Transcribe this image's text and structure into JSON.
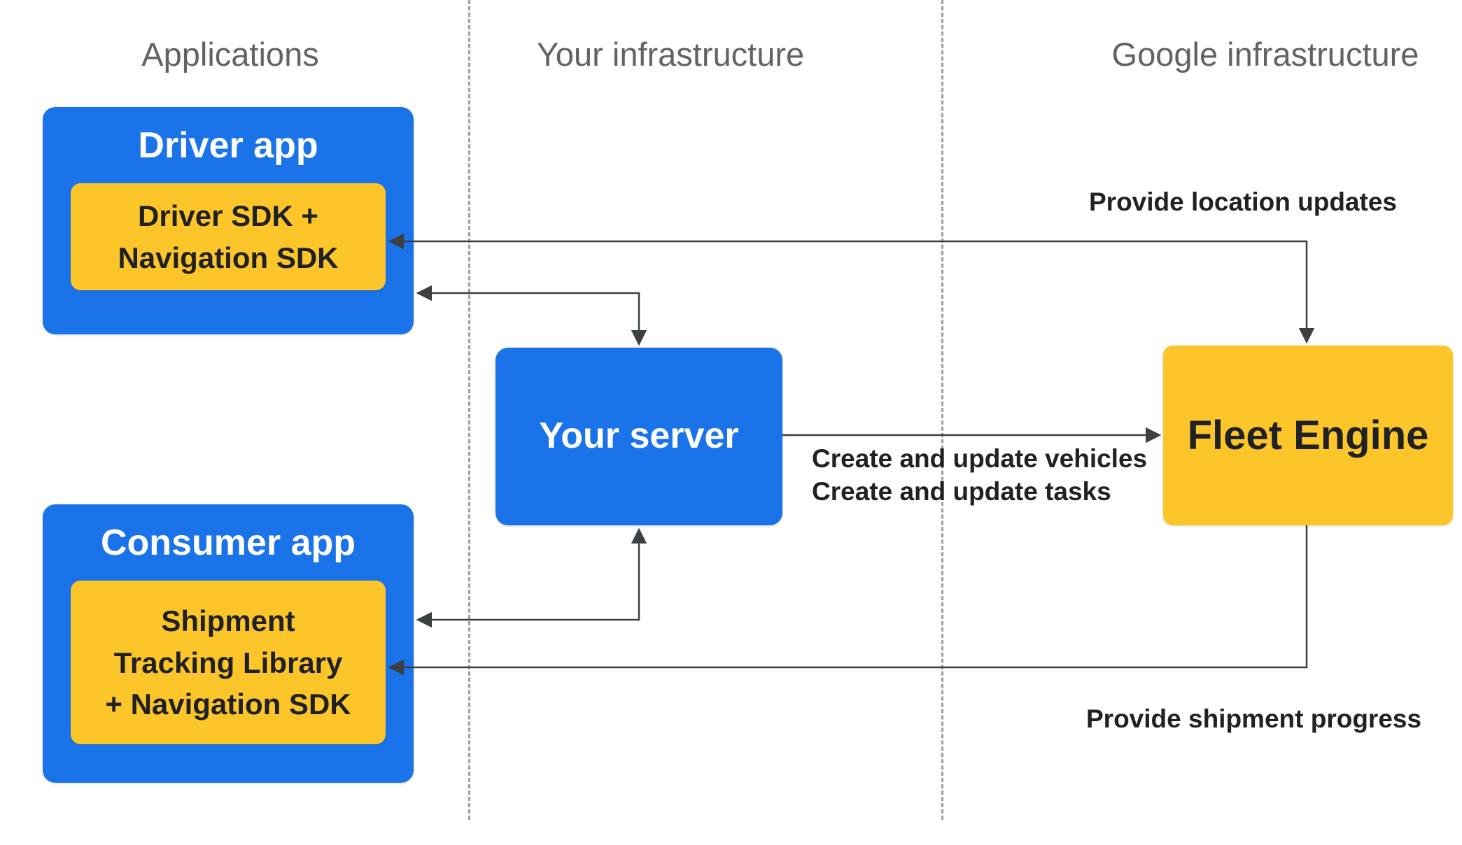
{
  "columns": [
    {
      "label": "Applications"
    },
    {
      "label": "Your infrastructure"
    },
    {
      "label": "Google infrastructure"
    }
  ],
  "nodes": {
    "driver_app": {
      "title": "Driver app",
      "sdk": "Driver SDK +\nNavigation SDK"
    },
    "consumer_app": {
      "title": "Consumer app",
      "sdk": "Shipment\nTracking Library\n+ Navigation SDK"
    },
    "your_server": {
      "title": "Your server"
    },
    "fleet_engine": {
      "title": "Fleet Engine"
    }
  },
  "edges": {
    "location_updates": {
      "label": "Provide location updates"
    },
    "create_update": {
      "label": "Create and update vehicles\nCreate and update tasks"
    },
    "shipment_progress": {
      "label": "Provide shipment progress"
    }
  },
  "colors": {
    "blue": "#1a73e8",
    "yellow": "#fcc62b",
    "arrow": "#3c4043",
    "text_dark": "#202124",
    "text_gray": "#5f6368",
    "line_gray": "#9e9e9e",
    "background": "#ffffff"
  }
}
